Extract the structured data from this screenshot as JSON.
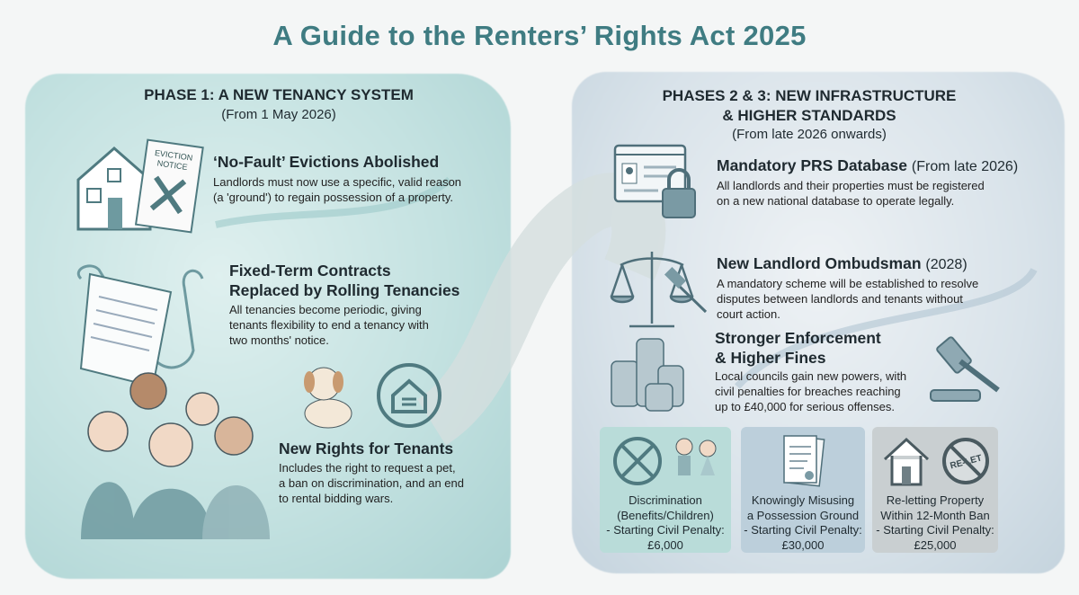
{
  "title": "A Guide to the Renters’ Rights Act 2025",
  "phase1": {
    "heading": "PHASE 1: A NEW TENANCY SYSTEM",
    "subheading": "(From 1 May 2026)",
    "items": [
      {
        "title": "‘No-Fault’ Evictions Abolished",
        "body_lines": [
          "Landlords must now use a specific, valid reason",
          "(a 'ground') to regain possession of a property."
        ],
        "icon": "house-eviction-notice-icon",
        "icon_text": "EVICTION NOTICE"
      },
      {
        "title_lines": [
          "Fixed-Term Contracts",
          "Replaced by Rolling Tenancies"
        ],
        "body_lines": [
          "All tenancies become periodic, giving",
          "tenants flexibility to end a tenancy with",
          "two months' notice."
        ],
        "icon": "scroll-contract-icon"
      },
      {
        "title": "New Rights for Tenants",
        "body_lines": [
          "Includes the right to request a pet,",
          "a ban on discrimination, and an end",
          "to rental bidding wars."
        ],
        "icon": "tenants-pet-home-icon"
      }
    ]
  },
  "phase23": {
    "heading_lines": [
      "PHASES 2 & 3: NEW INFRASTRUCTURE",
      "& HIGHER STANDARDS"
    ],
    "subheading": "(From late 2026 onwards)",
    "items": [
      {
        "title": "Mandatory PRS Database",
        "title_note": "(From late 2026)",
        "body_lines": [
          "All landlords and their properties must be registered",
          "on a new national database to operate legally."
        ],
        "icon": "database-lock-icon"
      },
      {
        "title": "New Landlord Ombudsman",
        "title_note": "(2028)",
        "body_lines": [
          "A mandatory scheme will be established to resolve",
          "disputes between landlords and tenants without",
          "court action."
        ],
        "icon": "scales-gavel-icon"
      },
      {
        "title_lines": [
          "Stronger Enforcement",
          "& Higher Fines"
        ],
        "body_lines": [
          "Local councils gain new powers, with",
          "civil penalties for breaches reaching",
          "up to £40,000 for serious offenses."
        ],
        "icon": "coins-gavel-icon"
      }
    ],
    "penalties": [
      {
        "lines": [
          "Discrimination",
          "(Benefits/Children)",
          "- Starting Civil Penalty:",
          "£6,000"
        ],
        "icon": "no-discrimination-children-icon",
        "color": "#b9dcd9"
      },
      {
        "lines": [
          "Knowingly Misusing",
          "a Possession Ground",
          "- Starting Civil Penalty:",
          "£30,000"
        ],
        "icon": "document-icon",
        "color": "#bccfdb"
      },
      {
        "lines": [
          "Re-letting Property",
          "Within 12-Month Ban",
          "- Starting Civil Penalty:",
          "£25,000"
        ],
        "icon": "no-relet-house-icon",
        "icon_text": "RE-LET",
        "color": "#c9cfd1"
      }
    ]
  },
  "colors": {
    "title": "#3f7c82",
    "phase1_wash": "#c4e2e1",
    "phase23_wash": "#d9e3ea",
    "ink": "#4f7a80"
  }
}
